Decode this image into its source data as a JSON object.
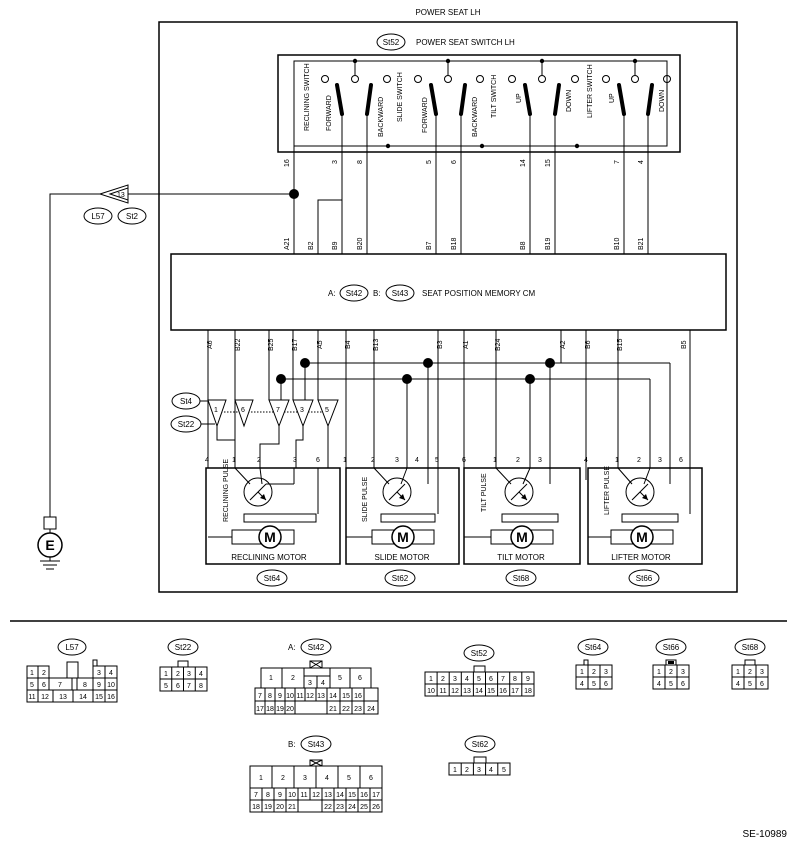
{
  "title": "POWER SEAT LH",
  "switch": {
    "code": "St52",
    "name": "POWER SEAT SWITCH LH"
  },
  "switch_labels": [
    "RECLINING SWITCH",
    "FORWARD",
    "BACKWARD",
    "SLIDE SWITCH",
    "FORWARD",
    "BACKWARD",
    "TILT SWITCH",
    "UP",
    "DOWN",
    "LIFTER SWITCH",
    "UP",
    "DOWN"
  ],
  "switch_pins": [
    "16",
    "3",
    "8",
    "5",
    "6",
    "14",
    "15",
    "7",
    "4"
  ],
  "cm": {
    "code_a": "St42",
    "code_b": "St43",
    "label_a": "A:",
    "label_b": "B:",
    "name": "SEAT POSITION MEMORY CM"
  },
  "cm_top_pins": [
    "A21",
    "B2",
    "B9",
    "B20",
    "B7",
    "B18",
    "B8",
    "B19",
    "B10",
    "B21"
  ],
  "cm_bottom_pins": [
    "A6",
    "B22",
    "B25",
    "B17",
    "A5",
    "B4",
    "B13",
    "B3",
    "A1",
    "B24",
    "A2",
    "B6",
    "B15",
    "B5"
  ],
  "ground_connector": {
    "pin": "13",
    "codes": [
      "L57",
      "St2"
    ]
  },
  "joint_connector": {
    "codes": [
      "St4",
      "St22"
    ],
    "pins": [
      "1",
      "6",
      "7",
      "3",
      "5"
    ]
  },
  "ground": "E",
  "motors": [
    {
      "name": "RECLINING MOTOR",
      "pulse": "RECLINING PULSE",
      "code": "St64",
      "pins": [
        "4",
        "1",
        "2",
        "3",
        "6"
      ]
    },
    {
      "name": "SLIDE MOTOR",
      "pulse": "SLIDE PULSE",
      "code": "St62",
      "pins": [
        "1",
        "2",
        "3",
        "4",
        "5"
      ]
    },
    {
      "name": "TILT MOTOR",
      "pulse": "TILT PULSE",
      "code": "St68",
      "pins": [
        "6",
        "1",
        "2",
        "3",
        "4"
      ]
    },
    {
      "name": "LIFTER MOTOR",
      "pulse": "LIFTER PULSE",
      "code": "St66",
      "pins": [
        "1",
        "2",
        "3",
        "6"
      ]
    }
  ],
  "motor_symbol": "M",
  "connectors": {
    "L57": [
      "1",
      "2",
      "3",
      "4",
      "5",
      "6",
      "7",
      "8",
      "9",
      "10",
      "11",
      "12",
      "13",
      "14",
      "15",
      "16"
    ],
    "St22": [
      "1",
      "2",
      "3",
      "4",
      "5",
      "6",
      "7",
      "8"
    ],
    "A_label": "A:",
    "St42": [
      "1",
      "2",
      "3",
      "4",
      "5",
      "6",
      "7",
      "8",
      "9",
      "10",
      "11",
      "12",
      "13",
      "14",
      "15",
      "16",
      "17",
      "18",
      "19",
      "20",
      "21",
      "22",
      "23",
      "24"
    ],
    "St52": [
      "1",
      "2",
      "3",
      "4",
      "5",
      "6",
      "7",
      "8",
      "9",
      "10",
      "11",
      "12",
      "13",
      "14",
      "15",
      "16",
      "17",
      "18"
    ],
    "St64": [
      "1",
      "2",
      "3",
      "4",
      "5",
      "6"
    ],
    "St66": [
      "1",
      "2",
      "3",
      "4",
      "5",
      "6"
    ],
    "St68": [
      "1",
      "2",
      "3",
      "4",
      "5",
      "6"
    ],
    "B_label": "B:",
    "St43": [
      "1",
      "2",
      "3",
      "4",
      "5",
      "6",
      "7",
      "8",
      "9",
      "10",
      "11",
      "12",
      "13",
      "14",
      "15",
      "16",
      "17",
      "18",
      "19",
      "20",
      "21",
      "22",
      "23",
      "24",
      "25",
      "26"
    ],
    "St62": [
      "1",
      "2",
      "3",
      "4",
      "5"
    ]
  },
  "figure_id": "SE-10989"
}
